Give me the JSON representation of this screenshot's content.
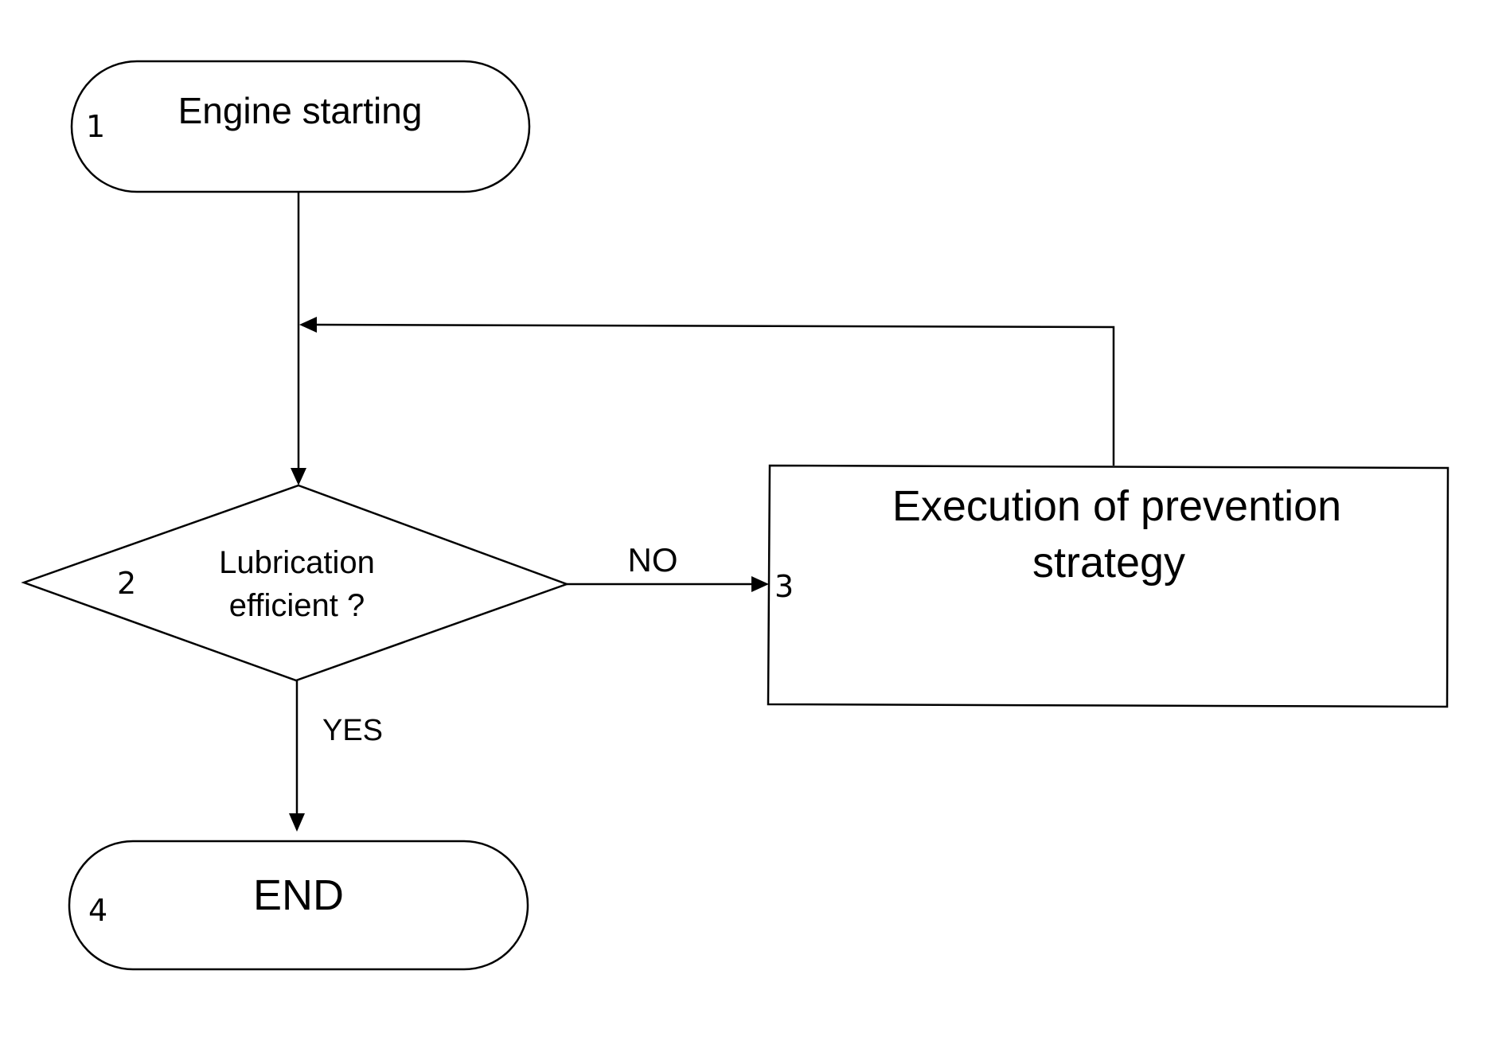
{
  "nodes": {
    "start": {
      "number": "1",
      "text": "Engine starting"
    },
    "decision": {
      "number": "2",
      "text_line1": "Lubrication",
      "text_line2": "efficient ?"
    },
    "process": {
      "number": "3",
      "text_line1": "Execution of prevention",
      "text_line2": "strategy"
    },
    "end": {
      "number": "4",
      "text": "END"
    }
  },
  "edges": {
    "no_label": "NO",
    "yes_label": "YES"
  },
  "colors": {
    "stroke": "#000000",
    "background": "#ffffff"
  }
}
